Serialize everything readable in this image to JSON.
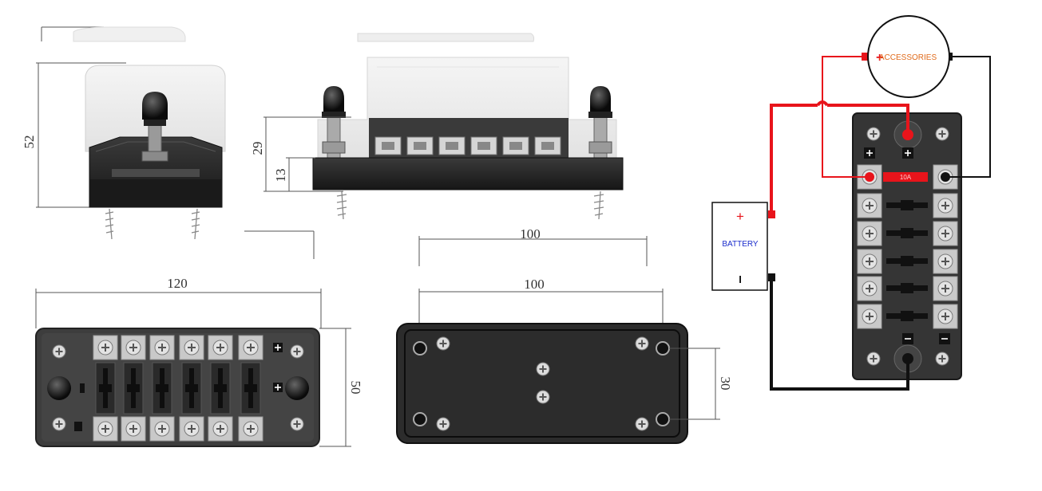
{
  "dimensions": {
    "height_total": "52",
    "height_upper": "29",
    "height_base": "13",
    "width_bottom_view": "100",
    "width_top_view": "120",
    "depth_top_view": "50",
    "width_rear_view": "100",
    "hole_spacing_rear_view": "30"
  },
  "wiring": {
    "accessories_label": "ACCESSORIES",
    "battery_label": "BATTERY",
    "battery_plus": "+",
    "battery_minus": "I",
    "accessories_plus": "+",
    "fuse_rating": "10A",
    "positive_symbol": "+",
    "negative_symbol": "−"
  },
  "colors": {
    "positive_wire": "#e8141b",
    "negative_wire": "#111111",
    "block_body": "#2f2f2f",
    "accent_orange": "#e06a1a",
    "accent_blue": "#1a2ccc"
  }
}
